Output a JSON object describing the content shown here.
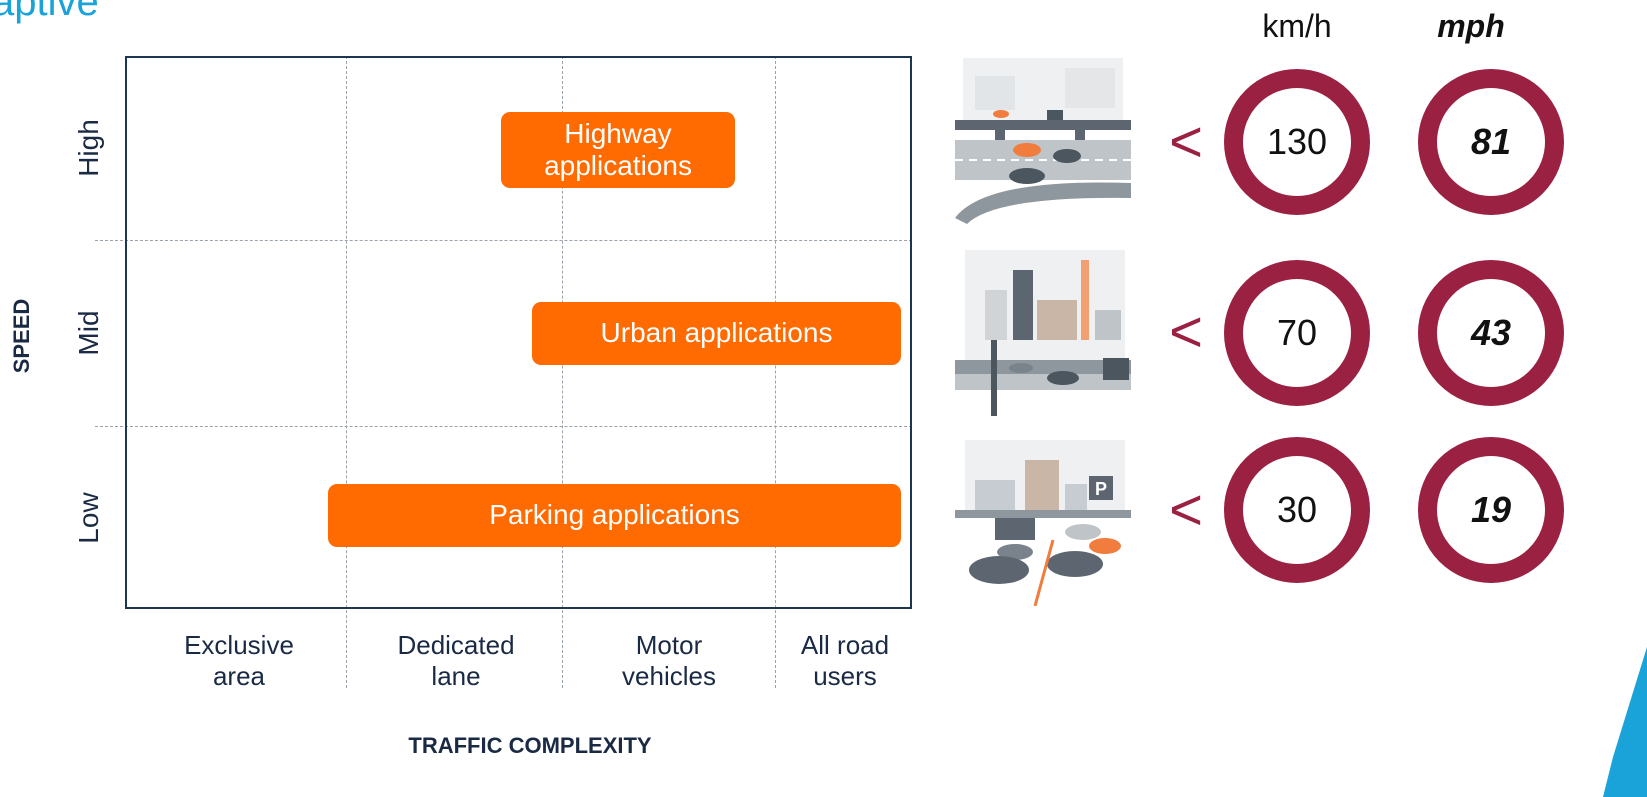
{
  "header": {
    "title_fragment": "aptive"
  },
  "chart": {
    "y_axis_title": "SPEED",
    "x_axis_title": "TRAFFIC COMPLEXITY",
    "y_levels": [
      "High",
      "Mid",
      "Low"
    ],
    "x_categories": [
      "Exclusive\narea",
      "Dedicated\nlane",
      "Motor\nvehicles",
      "All road\nusers"
    ],
    "bars": [
      {
        "label": "Highway\napplications",
        "speed": "High"
      },
      {
        "label": "Urban applications",
        "speed": "Mid"
      },
      {
        "label": "Parking applications",
        "speed": "Low"
      }
    ]
  },
  "speed_limits": {
    "unit_kmh": "km/h",
    "unit_mph": "mph",
    "less_than": "<",
    "rows": [
      {
        "scene": "highway-scene",
        "kmh": "130",
        "mph": "81"
      },
      {
        "scene": "city-scene",
        "kmh": "70",
        "mph": "43"
      },
      {
        "scene": "parking-scene",
        "kmh": "30",
        "mph": "19"
      }
    ]
  },
  "colors": {
    "accent_orange": "#ff6b00",
    "sign_red": "#9b2142",
    "title_blue": "#1aa3d9",
    "axis_navy": "#1c3550"
  }
}
